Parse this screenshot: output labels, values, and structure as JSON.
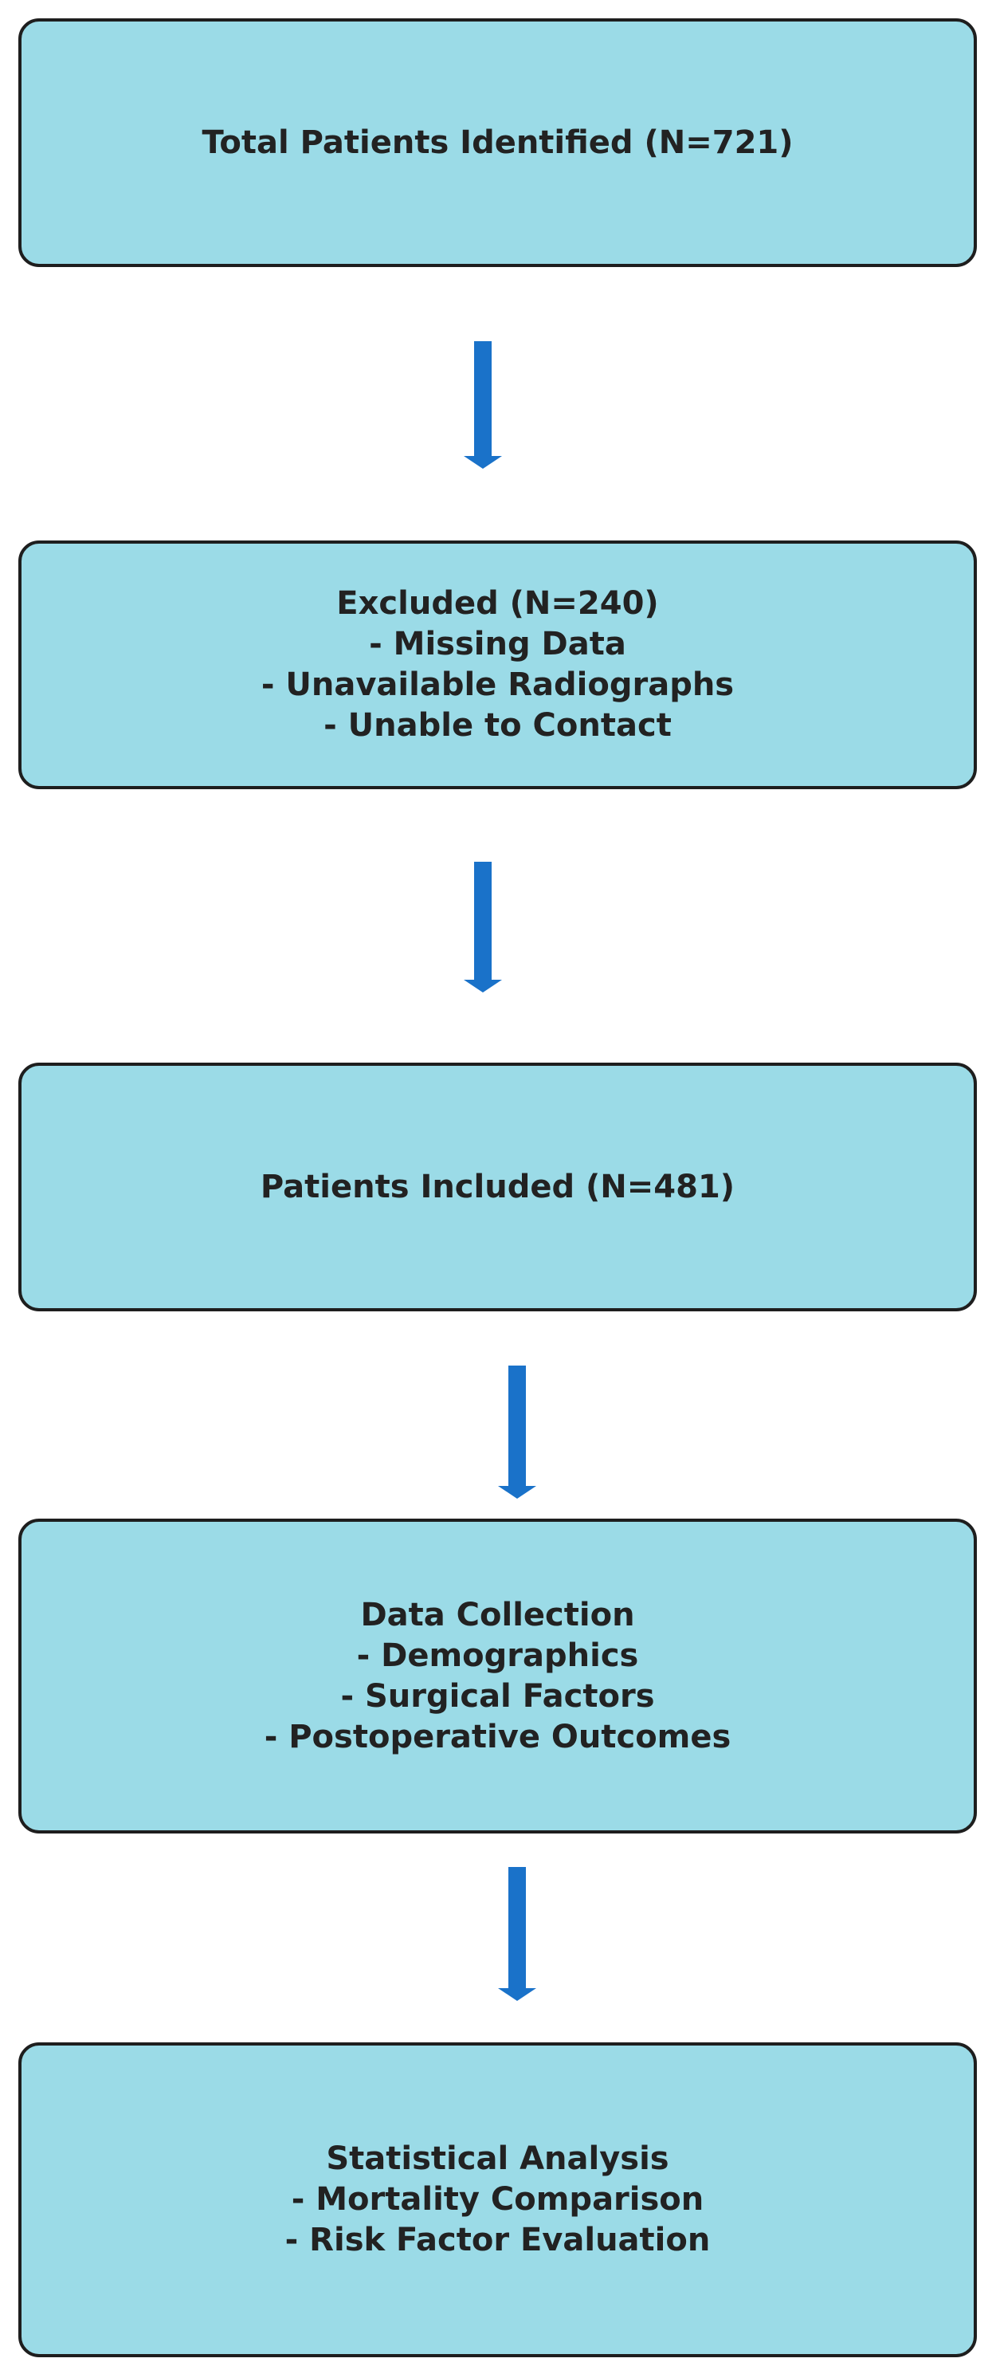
{
  "colors": {
    "box_fill": "#9bdbe7",
    "box_border": "#1e1e1e",
    "arrow": "#1a72c9",
    "text": "#222222"
  },
  "flowchart": {
    "steps": [
      {
        "lines": [
          "Total Patients Identified (N=721)"
        ]
      },
      {
        "lines": [
          "Excluded (N=240)",
          "- Missing Data",
          "- Unavailable Radiographs",
          "- Unable to Contact"
        ]
      },
      {
        "lines": [
          "Patients Included (N=481)"
        ]
      },
      {
        "lines": [
          "Data Collection",
          "- Demographics",
          "- Surgical Factors",
          "- Postoperative Outcomes"
        ]
      },
      {
        "lines": [
          "Statistical Analysis",
          "- Mortality Comparison",
          "- Risk Factor Evaluation"
        ]
      }
    ]
  }
}
